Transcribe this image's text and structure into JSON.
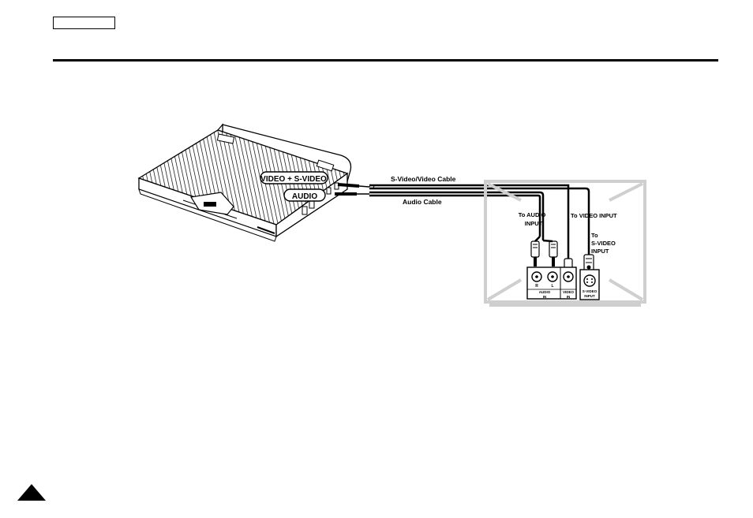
{
  "header": {
    "tab_text": ""
  },
  "diagram": {
    "player_labels": {
      "video": "VIDEO + S-VIDEO",
      "audio": "AUDIO"
    },
    "cables": {
      "svideo_video": "S-Video/Video Cable",
      "audio": "Audio Cable"
    },
    "callouts": {
      "to_audio_1": "To AUDIO",
      "to_audio_2": "INPUT",
      "to_video": "To VIDEO INPUT",
      "to_svideo_1": "To",
      "to_svideo_2": "S-VIDEO",
      "to_svideo_3": "INPUT"
    },
    "tv_panel": {
      "audio_r": "R",
      "audio_l": "L",
      "audio": "AUDIO",
      "video": "VIDEO",
      "in_1": "IN",
      "in_2": "IN",
      "svideo_1": "S-VIDEO",
      "svideo_2": "INPUT"
    }
  },
  "footer": {
    "page_number": ""
  }
}
